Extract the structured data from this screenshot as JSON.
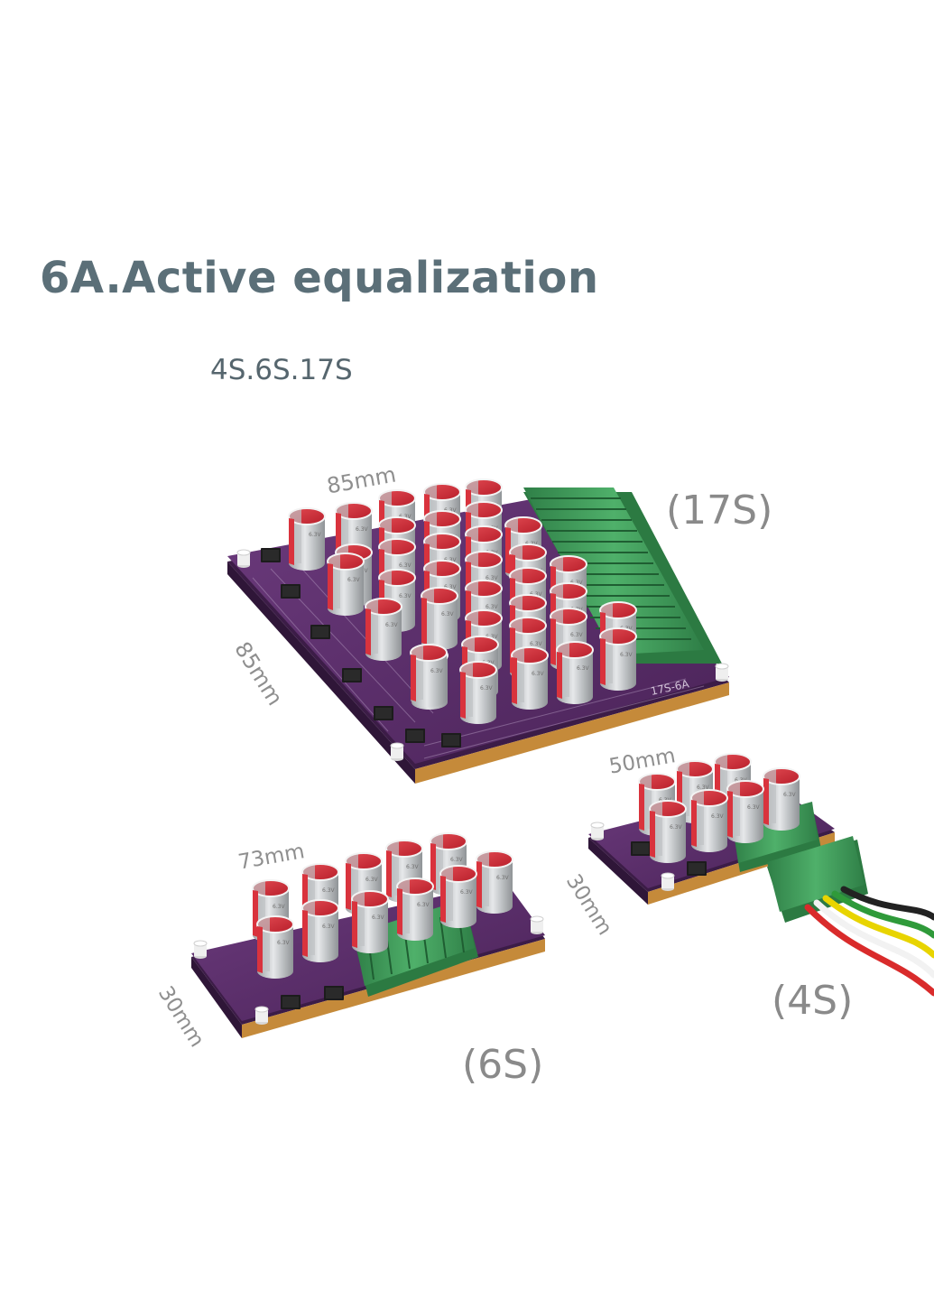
{
  "heading": "6A.Active equalization",
  "subheading": "4S.6S.17S",
  "boards": {
    "s17": {
      "label": "(17S)",
      "width": "85mm",
      "depth": "85mm",
      "silkscreen": "17S-6A"
    },
    "s6": {
      "label": "(6S)",
      "width": "73mm",
      "depth": "30mm"
    },
    "s4": {
      "label": "(4S)",
      "width": "50mm",
      "depth": "30mm"
    }
  },
  "colors": {
    "heading": "#5b6f78",
    "pcb": "#5a2f6a",
    "terminal": "#3f9a5a",
    "capacitor_body": "#c9cbcd",
    "capacitor_top": "#d9333d",
    "wires": [
      "#d92b2b",
      "#f2f2f2",
      "#e8d400",
      "#2f9a3a",
      "#222222"
    ]
  }
}
